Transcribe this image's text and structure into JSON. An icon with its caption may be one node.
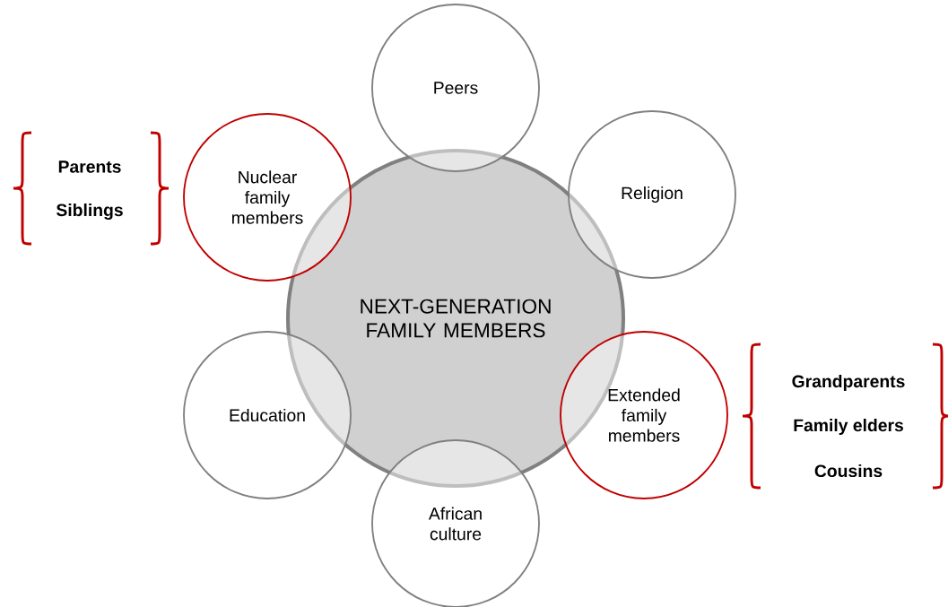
{
  "diagram": {
    "nodes": [
      {
        "text": [
          "Peers"
        ]
      },
      {
        "text": [
          "Nuclear family members"
        ],
        "beside": [
          "Parents",
          "Siblings"
        ]
      },
      {
        "text": [
          "Religion"
        ]
      },
      {
        "text": [
          "NEXT-GENERATION FAMILY MEMBERS"
        ]
      },
      {
        "text": [
          "Extended family members"
        ],
        "beside": [
          "Grandparents",
          "Family elders",
          "Cousins"
        ]
      },
      {
        "text": [
          "Education"
        ]
      },
      {
        "text": [
          "African culture"
        ]
      }
    ],
    "edges": []
  }
}
